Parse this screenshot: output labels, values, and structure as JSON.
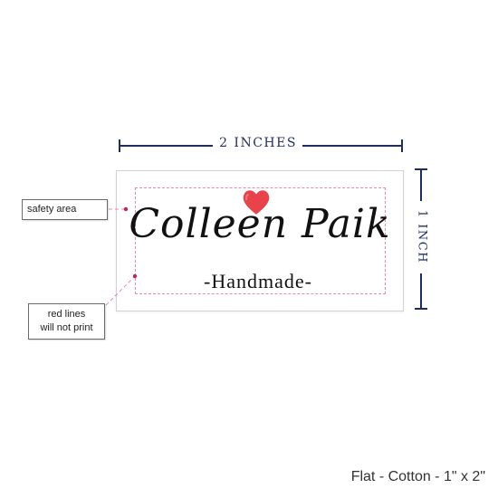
{
  "label": {
    "brand_name": "Colleen Paik",
    "tagline": "-Handmade-"
  },
  "dimensions": {
    "width_label": "2 INCHES",
    "height_label": "1 INCH"
  },
  "callouts": {
    "safety_area": "safety area",
    "red_lines_line1": "red lines",
    "red_lines_line2": "will not print"
  },
  "caption": "Flat - Cotton - 1\" x 2\"",
  "colors": {
    "dimension_navy": "#1f2d5c",
    "safety_line_pink": "#e58aa8",
    "heart_red": "#e8424a"
  },
  "icons": {
    "heart": "heart-icon"
  }
}
